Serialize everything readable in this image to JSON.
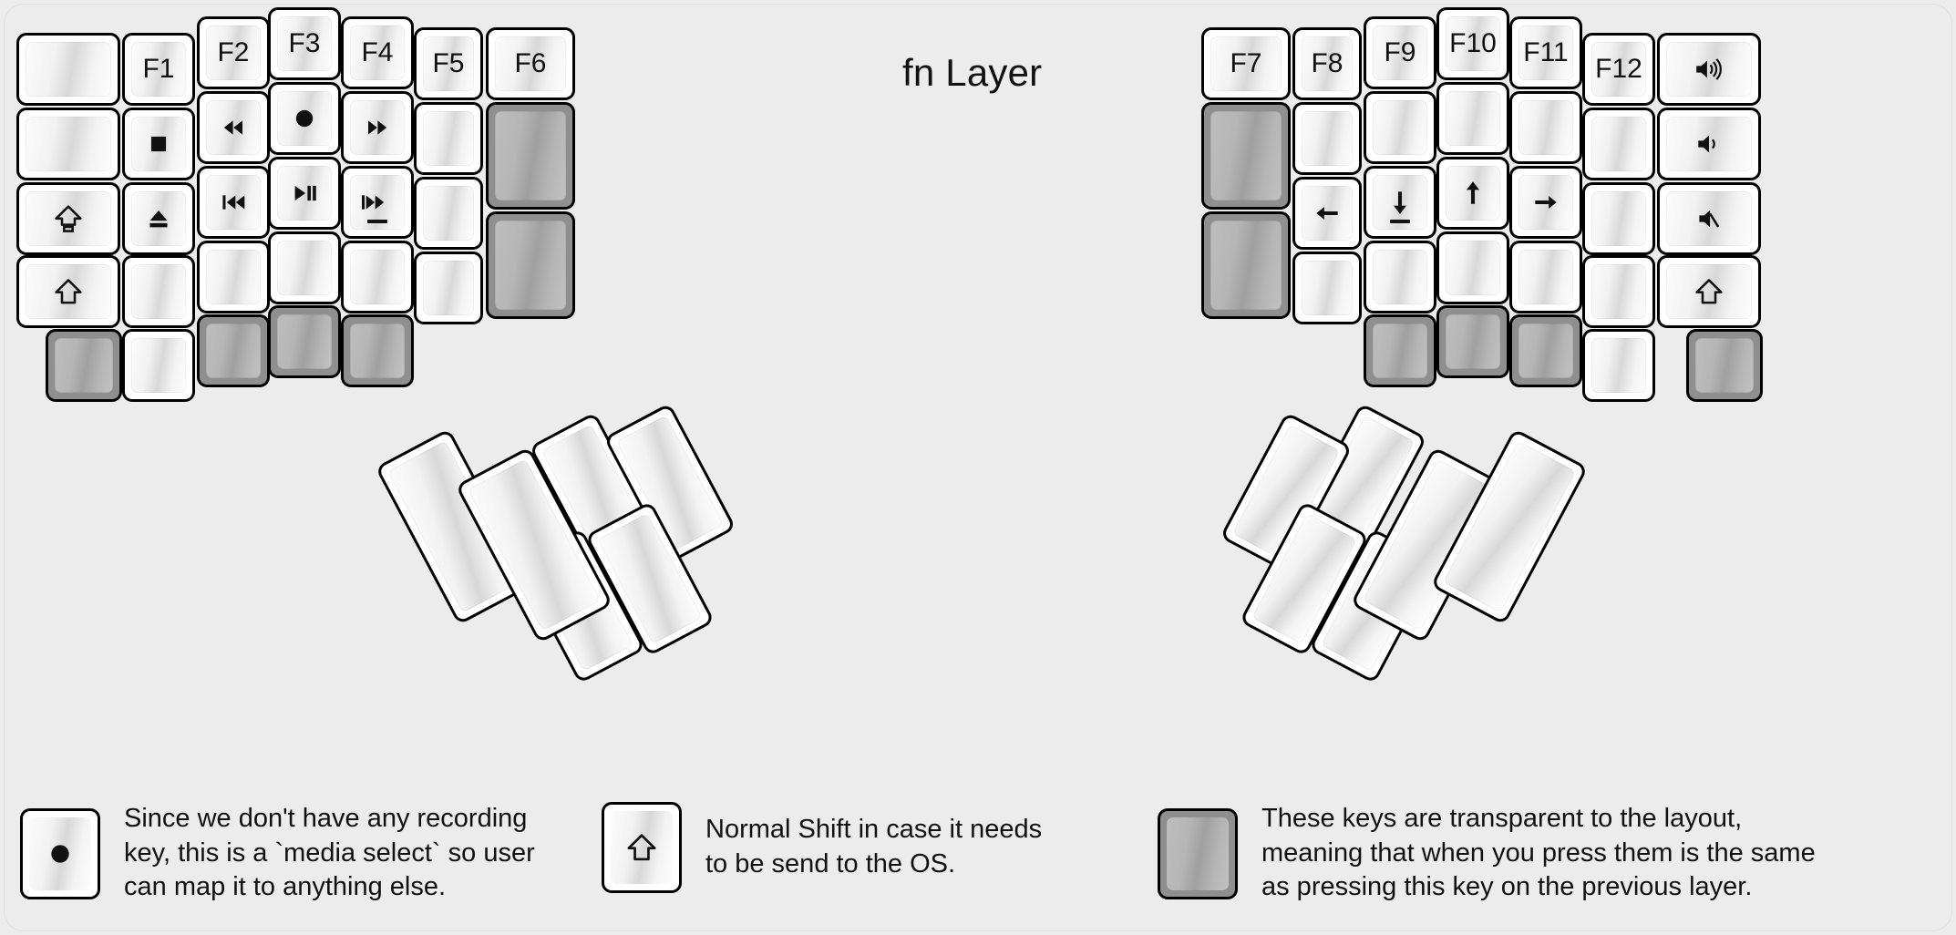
{
  "title": "fn Layer",
  "colors": {
    "background": "#ececec",
    "key_face": "#ffffff",
    "key_border": "#000000",
    "transparent_key": "#8f8f8f",
    "label": "#111111"
  },
  "keyboard": {
    "left_half": {
      "columns": [
        {
          "name": "pinky-outer",
          "keys": [
            {
              "label": "",
              "icon": "",
              "type": "normal"
            },
            {
              "label": "",
              "icon": "",
              "type": "normal"
            },
            {
              "label": "",
              "icon": "caps-lock-icon",
              "type": "normal"
            },
            {
              "label": "",
              "icon": "shift-icon",
              "type": "normal"
            },
            {
              "label": "",
              "icon": "",
              "type": "transparent"
            }
          ]
        },
        {
          "name": "pinky",
          "keys": [
            {
              "label": "F1",
              "icon": "",
              "type": "normal"
            },
            {
              "label": "",
              "icon": "media-stop-icon",
              "type": "normal"
            },
            {
              "label": "",
              "icon": "media-eject-icon",
              "type": "normal"
            },
            {
              "label": "",
              "icon": "",
              "type": "normal"
            },
            {
              "label": "",
              "icon": "",
              "type": "normal"
            }
          ]
        },
        {
          "name": "ring",
          "keys": [
            {
              "label": "F2",
              "icon": "",
              "type": "normal"
            },
            {
              "label": "",
              "icon": "media-rewind-icon",
              "type": "normal"
            },
            {
              "label": "",
              "icon": "media-previous-icon",
              "type": "normal"
            },
            {
              "label": "",
              "icon": "",
              "type": "normal"
            },
            {
              "label": "",
              "icon": "",
              "type": "transparent"
            }
          ]
        },
        {
          "name": "middle",
          "keys": [
            {
              "label": "F3",
              "icon": "",
              "type": "normal"
            },
            {
              "label": "",
              "icon": "media-record-icon",
              "type": "normal"
            },
            {
              "label": "",
              "icon": "media-play-pause-icon",
              "type": "normal"
            },
            {
              "label": "",
              "icon": "",
              "type": "normal"
            },
            {
              "label": "",
              "icon": "",
              "type": "transparent"
            }
          ]
        },
        {
          "name": "index",
          "keys": [
            {
              "label": "F4",
              "icon": "",
              "type": "normal"
            },
            {
              "label": "",
              "icon": "media-fast-forward-icon",
              "type": "normal"
            },
            {
              "label": "",
              "icon": "media-next-icon",
              "type": "normal",
              "homerow": true
            },
            {
              "label": "",
              "icon": "",
              "type": "normal"
            },
            {
              "label": "",
              "icon": "",
              "type": "transparent"
            }
          ]
        },
        {
          "name": "index-inner",
          "keys": [
            {
              "label": "F5",
              "icon": "",
              "type": "normal"
            },
            {
              "label": "",
              "icon": "",
              "type": "normal"
            },
            {
              "label": "",
              "icon": "",
              "type": "normal"
            },
            {
              "label": "",
              "icon": "",
              "type": "normal"
            }
          ]
        },
        {
          "name": "inner-most",
          "keys": [
            {
              "label": "F6",
              "icon": "",
              "type": "normal"
            },
            {
              "label": "",
              "icon": "",
              "type": "transparent"
            },
            {
              "label": "",
              "icon": "",
              "type": "transparent"
            }
          ]
        }
      ],
      "thumb_cluster": [
        {
          "label": "",
          "icon": "",
          "type": "normal",
          "size": "2u"
        },
        {
          "label": "",
          "icon": "",
          "type": "normal",
          "size": "2u"
        },
        {
          "label": "",
          "icon": "",
          "type": "normal",
          "size": "1u"
        },
        {
          "label": "",
          "icon": "",
          "type": "normal",
          "size": "1u"
        },
        {
          "label": "",
          "icon": "",
          "type": "normal",
          "size": "1u"
        },
        {
          "label": "",
          "icon": "",
          "type": "normal",
          "size": "1u"
        }
      ]
    },
    "right_half": {
      "columns": [
        {
          "name": "inner-most",
          "keys": [
            {
              "label": "F7",
              "icon": "",
              "type": "normal"
            },
            {
              "label": "",
              "icon": "",
              "type": "transparent"
            },
            {
              "label": "",
              "icon": "",
              "type": "transparent"
            }
          ]
        },
        {
          "name": "index-inner",
          "keys": [
            {
              "label": "F8",
              "icon": "",
              "type": "normal"
            },
            {
              "label": "",
              "icon": "",
              "type": "normal"
            },
            {
              "label": "",
              "icon": "arrow-left-icon",
              "type": "normal"
            },
            {
              "label": "",
              "icon": "",
              "type": "normal"
            }
          ]
        },
        {
          "name": "index",
          "keys": [
            {
              "label": "F9",
              "icon": "",
              "type": "normal"
            },
            {
              "label": "",
              "icon": "",
              "type": "normal"
            },
            {
              "label": "",
              "icon": "arrow-down-icon",
              "type": "normal",
              "homerow": true
            },
            {
              "label": "",
              "icon": "",
              "type": "normal"
            },
            {
              "label": "",
              "icon": "",
              "type": "transparent"
            }
          ]
        },
        {
          "name": "middle",
          "keys": [
            {
              "label": "F10",
              "icon": "",
              "type": "normal"
            },
            {
              "label": "",
              "icon": "",
              "type": "normal"
            },
            {
              "label": "",
              "icon": "arrow-up-icon",
              "type": "normal"
            },
            {
              "label": "",
              "icon": "",
              "type": "normal"
            },
            {
              "label": "",
              "icon": "",
              "type": "transparent"
            }
          ]
        },
        {
          "name": "ring",
          "keys": [
            {
              "label": "F11",
              "icon": "",
              "type": "normal"
            },
            {
              "label": "",
              "icon": "",
              "type": "normal"
            },
            {
              "label": "",
              "icon": "arrow-right-icon",
              "type": "normal"
            },
            {
              "label": "",
              "icon": "",
              "type": "normal"
            },
            {
              "label": "",
              "icon": "",
              "type": "transparent"
            }
          ]
        },
        {
          "name": "pinky",
          "keys": [
            {
              "label": "F12",
              "icon": "",
              "type": "normal"
            },
            {
              "label": "",
              "icon": "",
              "type": "normal"
            },
            {
              "label": "",
              "icon": "",
              "type": "normal"
            },
            {
              "label": "",
              "icon": "",
              "type": "normal"
            },
            {
              "label": "",
              "icon": "",
              "type": "normal"
            }
          ]
        },
        {
          "name": "pinky-outer",
          "keys": [
            {
              "label": "",
              "icon": "volume-up-icon",
              "type": "normal"
            },
            {
              "label": "",
              "icon": "volume-down-icon",
              "type": "normal"
            },
            {
              "label": "",
              "icon": "volume-mute-icon",
              "type": "normal"
            },
            {
              "label": "",
              "icon": "shift-icon",
              "type": "normal"
            },
            {
              "label": "",
              "icon": "",
              "type": "transparent"
            }
          ]
        }
      ],
      "thumb_cluster": [
        {
          "label": "",
          "icon": "",
          "type": "normal",
          "size": "1u"
        },
        {
          "label": "",
          "icon": "",
          "type": "normal",
          "size": "1u"
        },
        {
          "label": "",
          "icon": "",
          "type": "normal",
          "size": "1u"
        },
        {
          "label": "",
          "icon": "",
          "type": "normal",
          "size": "1u"
        },
        {
          "label": "",
          "icon": "",
          "type": "normal",
          "size": "2u"
        },
        {
          "label": "",
          "icon": "",
          "type": "normal",
          "size": "2u"
        }
      ]
    }
  },
  "legend": [
    {
      "icon": "media-record-icon",
      "key_type": "normal",
      "text": "Since we don't have any recording\nkey, this is a `media select` so user\ncan map it to anything else."
    },
    {
      "icon": "shift-icon",
      "key_type": "normal",
      "text": "Normal Shift in case it needs\nto be send to the OS."
    },
    {
      "icon": "",
      "key_type": "transparent",
      "text": "These keys are transparent to the layout,\nmeaning that when you press them is the same\nas pressing this key on the previous layer."
    }
  ]
}
